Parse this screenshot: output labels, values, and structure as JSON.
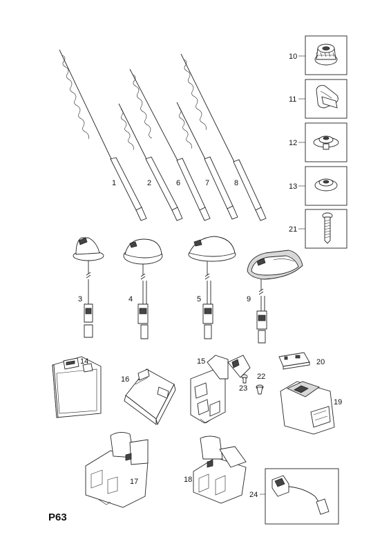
{
  "page_code": "P63",
  "callouts": {
    "c1": "1",
    "c2": "2",
    "c6": "6",
    "c7": "7",
    "c8": "8",
    "c3": "3",
    "c4": "4",
    "c5": "5",
    "c9": "9",
    "c10": "10",
    "c11": "11",
    "c12": "12",
    "c13": "13",
    "c21": "21",
    "c14": "14",
    "c15": "15",
    "c16": "16",
    "c17": "17",
    "c18": "18",
    "c19": "19",
    "c20": "20",
    "c22": "22",
    "c23": "23",
    "c24": "24"
  }
}
